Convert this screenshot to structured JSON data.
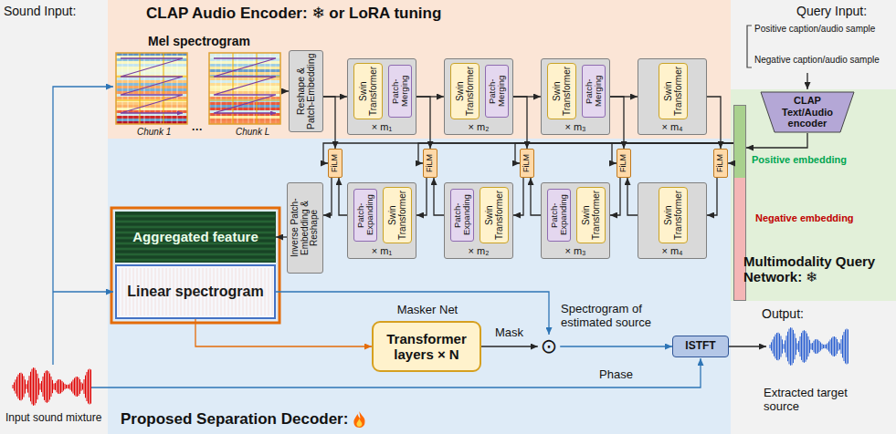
{
  "diagram": {
    "nodes": [
      {
        "text": [
          "CLAP Audio Encoder: ❄ or LoRA tuning"
        ]
      },
      {
        "text": [
          "Proposed Separation Decoder:"
        ]
      },
      {
        "text": [
          "Multimodality Query Network: ❄"
        ]
      },
      {
        "text": [
          "Mel spectrogram"
        ],
        "in": 0
      },
      {
        "text": [
          "Reshape & Patch-Embedding"
        ],
        "in": 0
      },
      {
        "text": [
          "× m₁"
        ],
        "in": 0
      },
      {
        "text": [
          "Swin Transformer"
        ],
        "in": 5
      },
      {
        "text": [
          "Patch-Merging"
        ],
        "in": 5
      },
      {
        "text": [
          "× m₂"
        ],
        "in": 0
      },
      {
        "text": [
          "Swin Transformer"
        ],
        "in": 8
      },
      {
        "text": [
          "Patch-Merging"
        ],
        "in": 8
      },
      {
        "text": [
          "× m₃"
        ],
        "in": 0
      },
      {
        "text": [
          "Swin Transformer"
        ],
        "in": 11
      },
      {
        "text": [
          "Patch-Merging"
        ],
        "in": 11
      },
      {
        "text": [
          "× m₄"
        ],
        "in": 0
      },
      {
        "text": [
          "Swin Transformer"
        ],
        "in": 14
      },
      {
        "text": [
          "FiLM"
        ],
        "in": 1
      },
      {
        "text": [
          "FiLM"
        ],
        "in": 1
      },
      {
        "text": [
          "FiLM"
        ],
        "in": 1
      },
      {
        "text": [
          "FiLM"
        ],
        "in": 1
      },
      {
        "text": [
          "FiLM"
        ],
        "in": 1
      },
      {
        "text": [
          "× m₁"
        ],
        "in": 1
      },
      {
        "text": [
          "Patch-Expanding"
        ],
        "in": 21
      },
      {
        "text": [
          "Swin Transformer"
        ],
        "in": 21
      },
      {
        "text": [
          "× m₂"
        ],
        "in": 1
      },
      {
        "text": [
          "Patch-Expanding"
        ],
        "in": 24
      },
      {
        "text": [
          "Swin Transformer"
        ],
        "in": 24
      },
      {
        "text": [
          "× m₃"
        ],
        "in": 1
      },
      {
        "text": [
          "Patch-Expanding"
        ],
        "in": 27
      },
      {
        "text": [
          "Swin Transformer"
        ],
        "in": 27
      },
      {
        "text": [
          "× m₄"
        ],
        "in": 1
      },
      {
        "text": [
          "Swin Transformer"
        ],
        "in": 30
      },
      {
        "text": [
          "Inverse Patch-Embedding & Reshape"
        ],
        "in": 1
      },
      {
        "text": [
          "Aggregated feature"
        ],
        "in": 1
      },
      {
        "text": [
          "Linear spectrogram"
        ],
        "in": 1
      },
      {
        "text": [
          "Masker Net",
          "Transformer layers × N"
        ],
        "in": 1
      },
      {
        "text": [
          "⊙"
        ],
        "in": 1
      },
      {
        "text": [
          "ISTFT"
        ],
        "in": 1
      },
      {
        "text": [
          "CLAP Text/Audio encoder"
        ],
        "in": 2
      },
      {
        "text": [
          "Positive embedding",
          "Negative embedding"
        ],
        "in": 2
      }
    ],
    "edges": [
      {
        "from": 3,
        "to": 4,
        "arrow": "to"
      },
      {
        "from": 4,
        "to": 5,
        "arrow": "to"
      },
      {
        "from": 5,
        "to": 8,
        "arrow": "to"
      },
      {
        "from": 8,
        "to": 11,
        "arrow": "to"
      },
      {
        "from": 11,
        "to": 14,
        "arrow": "to"
      },
      {
        "from": 4,
        "to": 16,
        "arrow": "to"
      },
      {
        "from": 5,
        "to": 17,
        "arrow": "to"
      },
      {
        "from": 8,
        "to": 18,
        "arrow": "to"
      },
      {
        "from": 11,
        "to": 19,
        "arrow": "to"
      },
      {
        "from": 14,
        "to": 20,
        "arrow": "to"
      },
      {
        "from": 39,
        "to": 16,
        "arrow": "to"
      },
      {
        "from": 39,
        "to": 17,
        "arrow": "to"
      },
      {
        "from": 39,
        "to": 18,
        "arrow": "to"
      },
      {
        "from": 39,
        "to": 19,
        "arrow": "to"
      },
      {
        "from": 39,
        "to": 20,
        "arrow": "to"
      },
      {
        "from": 20,
        "to": 30,
        "arrow": "to"
      },
      {
        "from": 30,
        "to": 19,
        "arrow": "to"
      },
      {
        "from": 19,
        "to": 27,
        "arrow": "to"
      },
      {
        "from": 27,
        "to": 18,
        "arrow": "to"
      },
      {
        "from": 18,
        "to": 24,
        "arrow": "to"
      },
      {
        "from": 24,
        "to": 17,
        "arrow": "to"
      },
      {
        "from": 17,
        "to": 21,
        "arrow": "to"
      },
      {
        "from": 21,
        "to": 16,
        "arrow": "to"
      },
      {
        "from": 16,
        "to": 32,
        "arrow": "to"
      },
      {
        "from": 32,
        "to": 33,
        "arrow": "to"
      },
      {
        "from": 34,
        "to": 35,
        "arrow": "to"
      },
      {
        "from": 35,
        "to": 36,
        "arrow": "to"
      },
      {
        "from": 34,
        "to": 36,
        "arrow": "to"
      },
      {
        "from": 36,
        "to": 37,
        "arrow": "to"
      },
      {
        "from": 38,
        "to": 39,
        "arrow": "to"
      }
    ],
    "labels": [
      "Sound Input:",
      "Query Input:",
      "Positive caption/audio sample",
      "Negative caption/audio sample",
      "Chunk 1",
      "···",
      "Chunk L",
      "Mask",
      "Spectrogram of estimated source",
      "Phase",
      "Output:",
      "Extracted target source",
      "Input sound mixture"
    ]
  }
}
